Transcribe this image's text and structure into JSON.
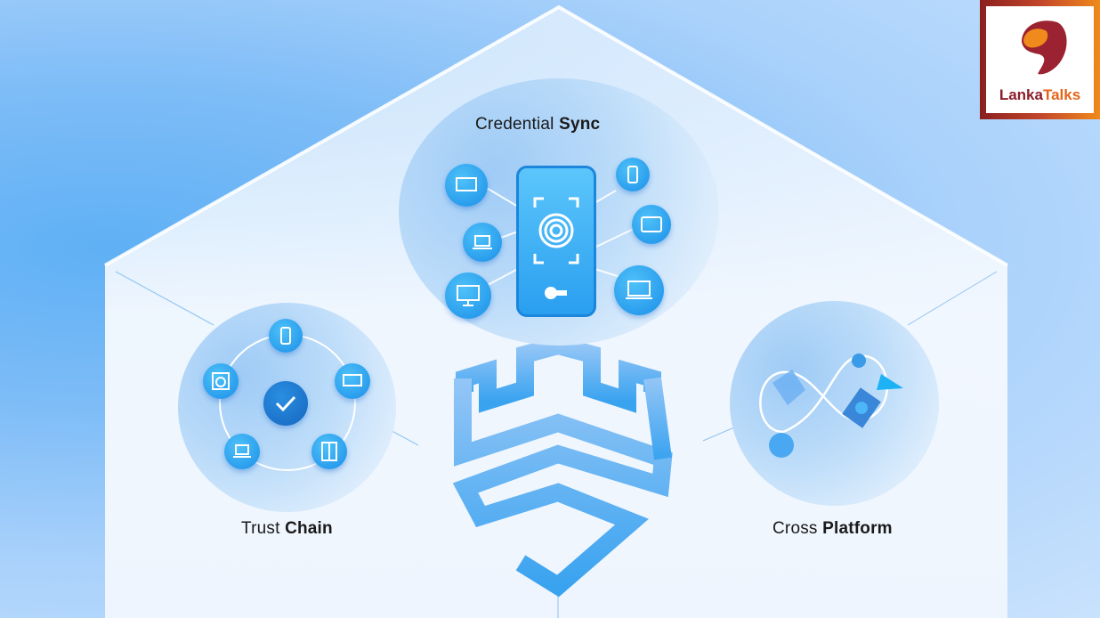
{
  "watermark": {
    "part1": "Lanka",
    "part2": "Talks"
  },
  "features": {
    "credential_sync": {
      "regular": "Credential ",
      "bold": "Sync",
      "devices": [
        "monitor",
        "laptop",
        "desktop",
        "phone",
        "tablet",
        "laptop-large"
      ],
      "center": "fingerprint-phone"
    },
    "trust_chain": {
      "regular": "Trust ",
      "bold": "Chain",
      "devices": [
        "phone",
        "tv",
        "fridge",
        "laptop",
        "washer"
      ],
      "center": "checkmark"
    },
    "cross_platform": {
      "regular": "Cross ",
      "bold": "Platform",
      "shapes": [
        "circle",
        "triangle",
        "square",
        "diamond-check",
        "circle-large"
      ]
    }
  },
  "colors": {
    "accent": "#1a8fe8",
    "light_accent": "#4fc1f9",
    "shield": "#7ab8f5",
    "background": "#a9d1fb"
  }
}
